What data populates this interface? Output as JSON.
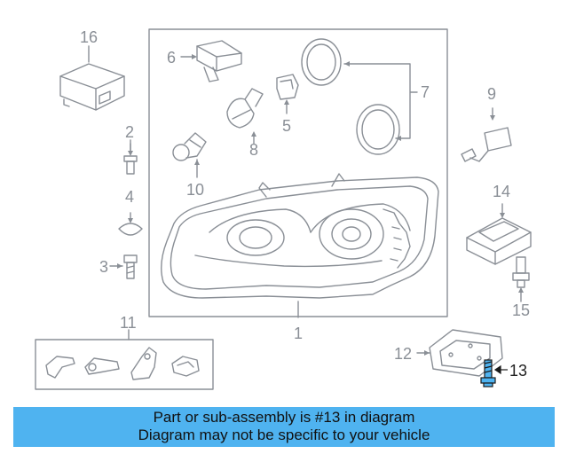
{
  "callouts": {
    "c1": "1",
    "c2": "2",
    "c3": "3",
    "c4": "4",
    "c5": "5",
    "c6": "6",
    "c7": "7",
    "c8": "8",
    "c9": "9",
    "c10": "10",
    "c11": "11",
    "c12": "12",
    "c13": "13",
    "c14": "14",
    "c15": "15",
    "c16": "16"
  },
  "highlighted_part": "13",
  "banner": {
    "line1": "Part or sub-assembly is #13 in diagram",
    "line2": "Diagram may not be specific to your vehicle"
  },
  "colors": {
    "line": "#8a8f96",
    "highlight": "#4fb3f0",
    "text": "#111111"
  }
}
